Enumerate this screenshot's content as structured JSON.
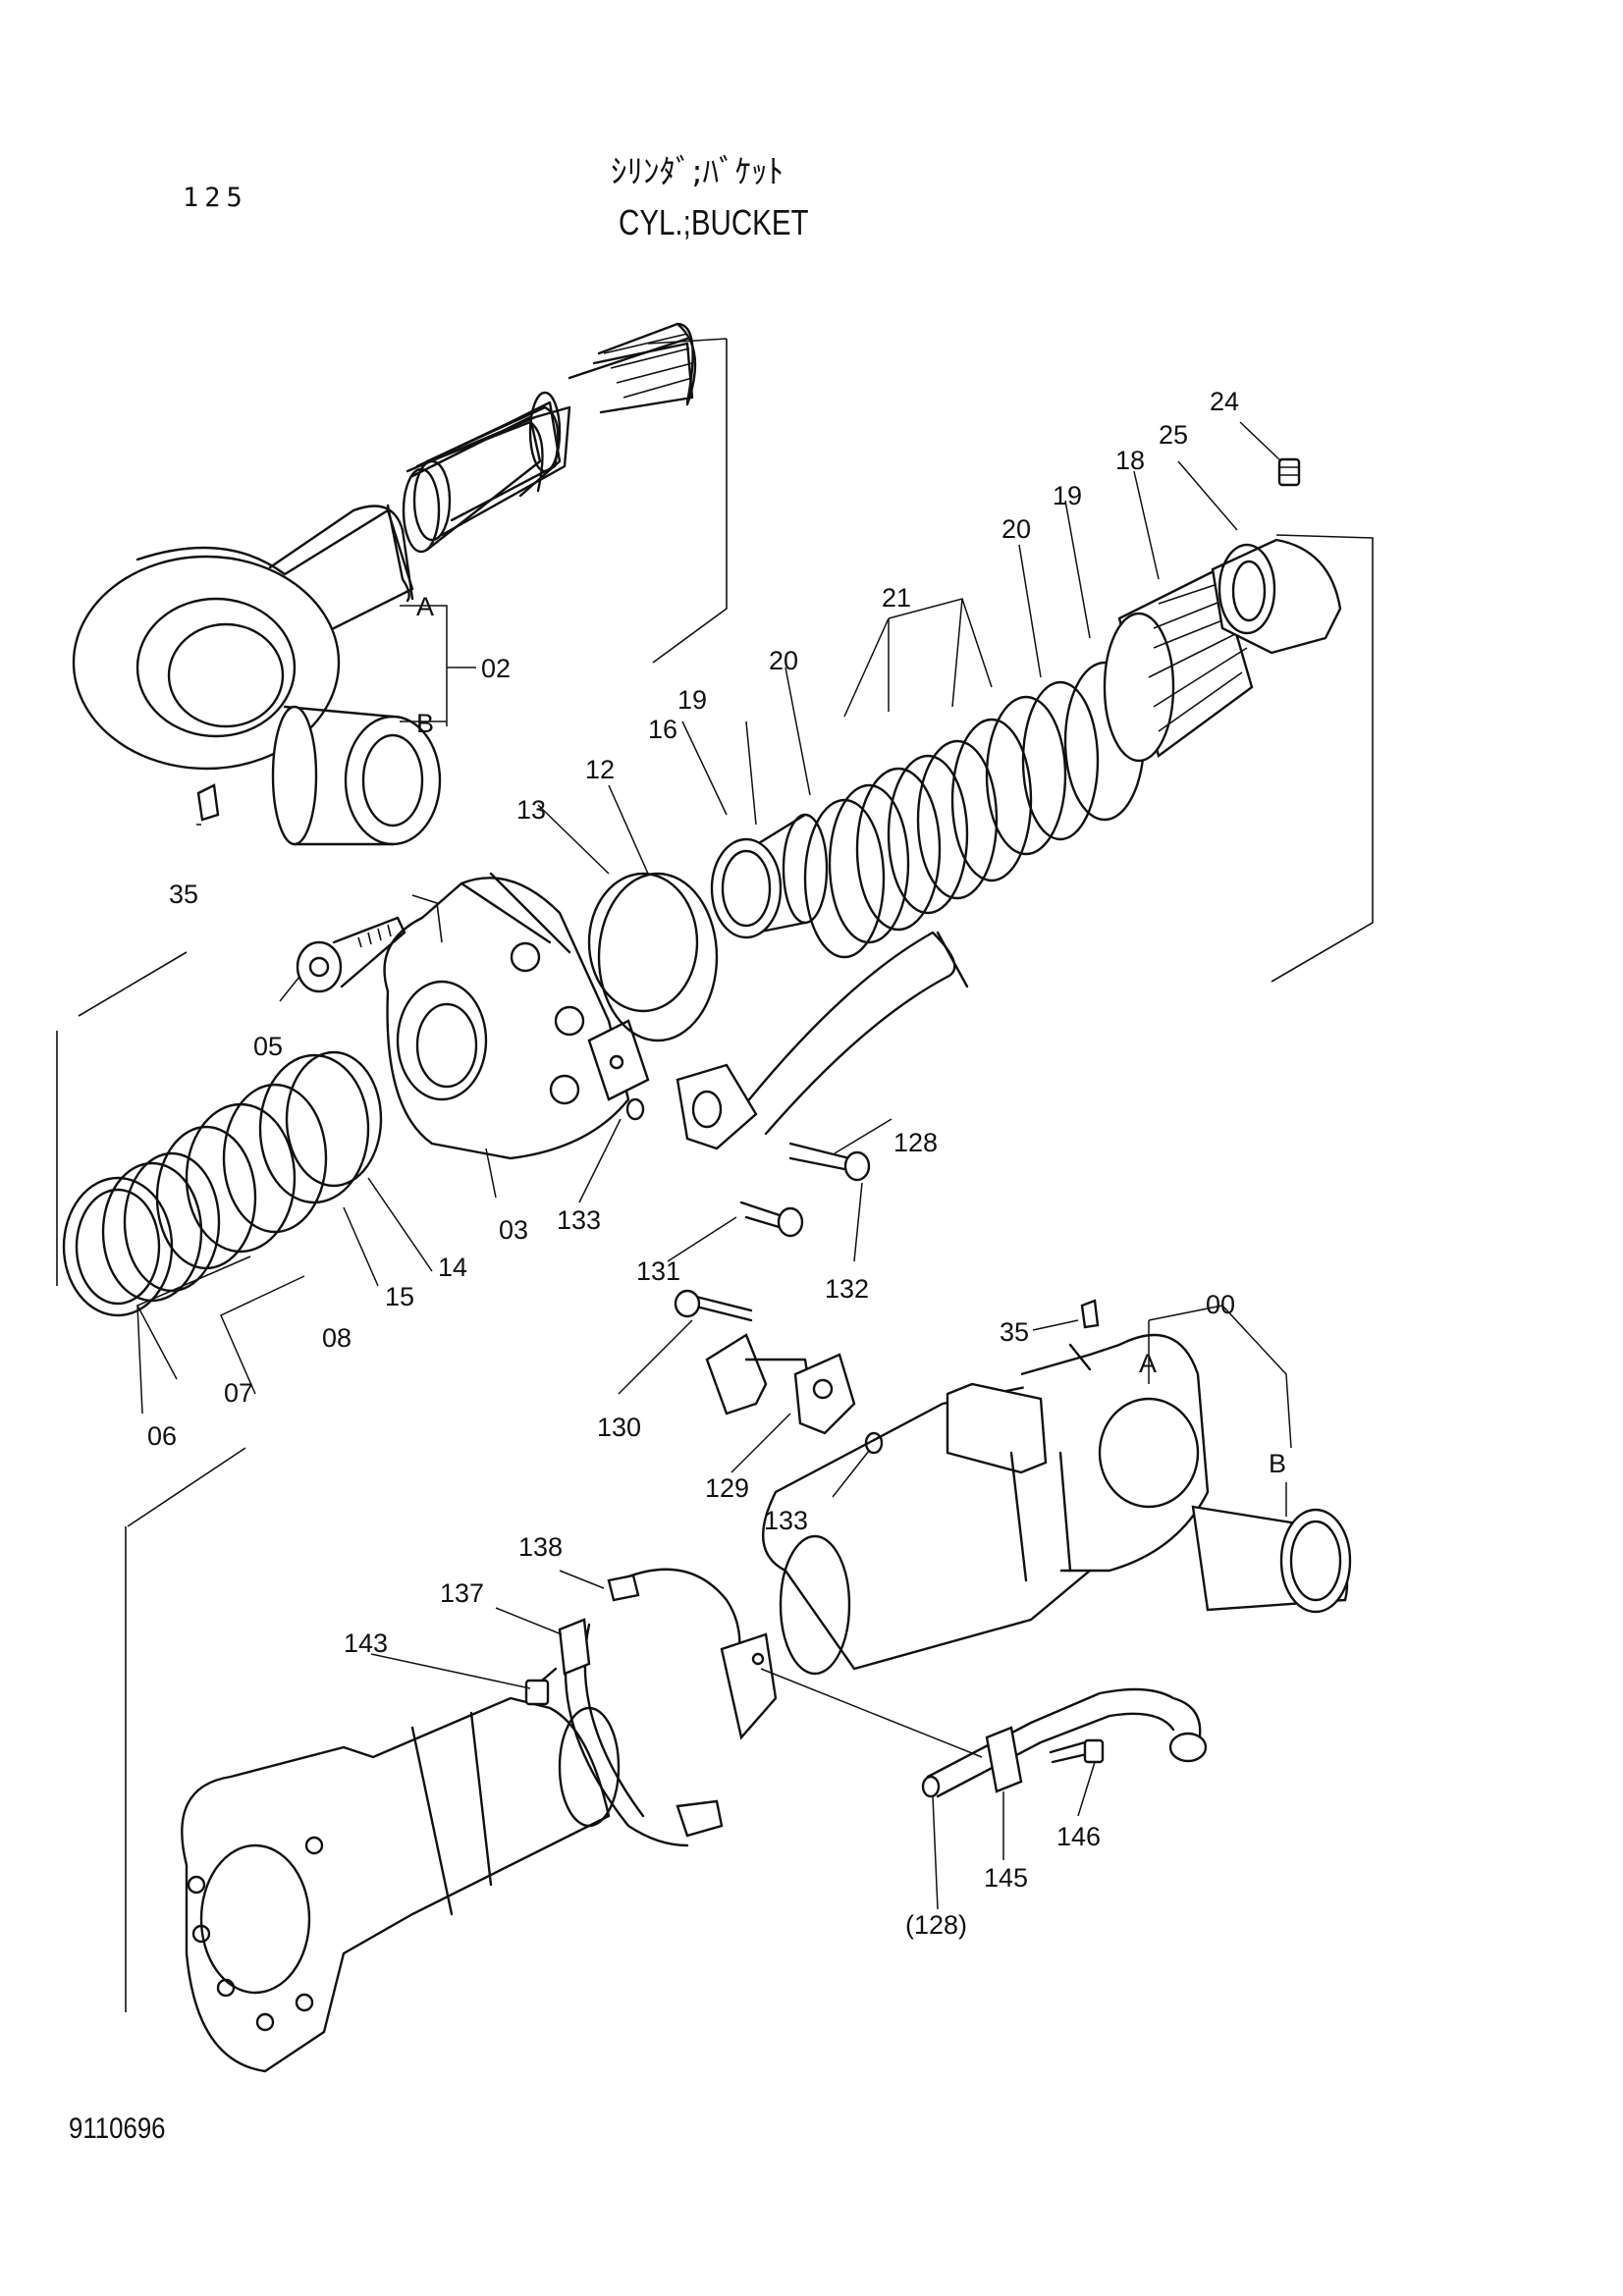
{
  "header": {
    "page_number": "125",
    "title_ja": "ｼﾘﾝﾀﾞ;ﾊﾞｹｯﾄ",
    "title_en": "CYL.;BUCKET"
  },
  "footer": {
    "drawing_number": "9110696"
  },
  "callouts": {
    "c24": "24",
    "c25": "25",
    "c18": "18",
    "c19a": "19",
    "c20a": "20",
    "c21": "21",
    "c20b": "20",
    "c19b": "19",
    "c16": "16",
    "c12": "12",
    "c13": "13",
    "cA1": "A",
    "cB1": "B",
    "c02": "02",
    "c35a": "35",
    "c05": "05",
    "c03": "03",
    "c128": "128",
    "c133a": "133",
    "c131": "131",
    "c132": "132",
    "c14": "14",
    "c15": "15",
    "c08": "08",
    "c07": "07",
    "c06": "06",
    "c00": "00",
    "c35b": "35",
    "cA2": "A",
    "cB2": "B",
    "c130": "130",
    "c129": "129",
    "c133b": "133",
    "c138": "138",
    "c137": "137",
    "c143": "143",
    "c146": "146",
    "c145": "145",
    "c128p": "(128)"
  }
}
